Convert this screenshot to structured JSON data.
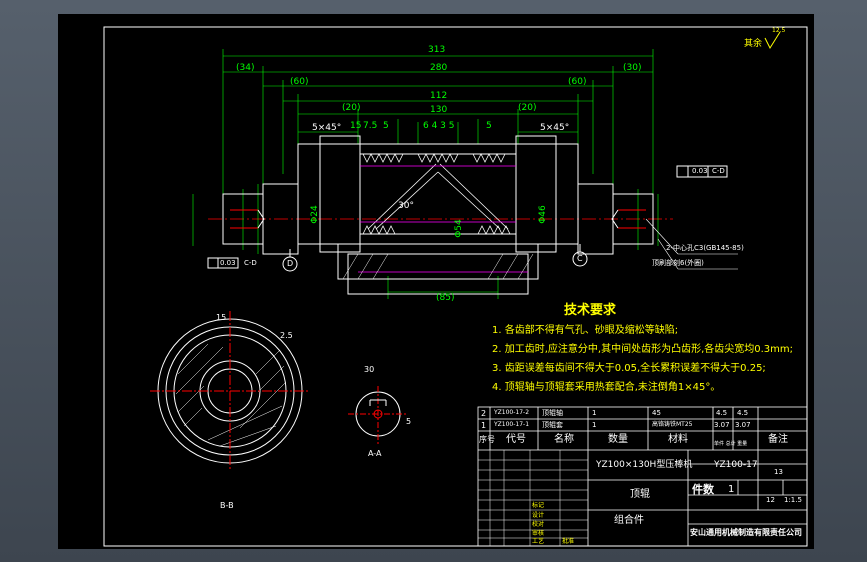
{
  "roughness": {
    "label": "其余",
    "value": "12.5"
  },
  "dimensions": {
    "overall": "313",
    "d34": "(34)",
    "d280": "280",
    "d30": "(30)",
    "d60a": "(60)",
    "d60b": "(60)",
    "d112": "112",
    "d130": "130",
    "d20a": "(20)",
    "d20b": "(20)",
    "chamfer_left": "5×45°",
    "chamfer_right": "5×45°",
    "d15": "15",
    "d7_5": "7.5",
    "d5a": "5",
    "d5b": "5",
    "d6": "6 4 3 5",
    "angle": "30°",
    "dia_left": "Φ24",
    "dia_right": "Φ46",
    "dia_mid": "Φ54",
    "bottom85": "(85)",
    "sec_b_top": "15",
    "sec_b_side": "2.5",
    "sec_a_top": "30",
    "sec_a_side": "5"
  },
  "datum_left": "D",
  "datum_right": "C",
  "tol_left": {
    "value": "0.03",
    "datum": "C-D"
  },
  "tol_right": {
    "value": "0.03",
    "datum": "C-D"
  },
  "center_note": "2-中心孔C3(GB145-85)",
  "center_note2": "顶刷部刻6(外圈)",
  "section_b": "B-B",
  "section_a": "A-A",
  "tech": {
    "title": "技术要求",
    "items": [
      "1. 各齿部不得有气孔、砂眼及缩松等缺陷;",
      "2. 加工齿时,应注意分中,其中间处齿形为凸齿形,各齿尖宽均0.3mm;",
      "3. 齿距误差每齿间不得大于0.05,全长累积误差不得大于0.25;",
      "4. 顶辊轴与顶辊套采用热套配合,未注倒角1×45°。"
    ]
  },
  "bom": {
    "rows": [
      {
        "no": "2",
        "code": "YZ100-17-2",
        "name": "顶辊轴",
        "qty": "1",
        "material": "45",
        "w1": "4.5",
        "w2": "4.5",
        "note": ""
      },
      {
        "no": "1",
        "code": "YZ100-17-1",
        "name": "顶辊套",
        "qty": "1",
        "material": "高铬铸铁MT25",
        "w1": "3.07",
        "w2": "3.07",
        "note": ""
      }
    ],
    "header": {
      "no": "序号",
      "code": "代号",
      "name": "名称",
      "qty": "数量",
      "material": "材料",
      "weight": "单件 总计 重量",
      "note": "备注"
    }
  },
  "title_block": {
    "product": "YZ100×130H型压棒机",
    "drawing_no": "YZ100-17",
    "part": "顶辊",
    "assembly": "组合件",
    "count_label": "件数",
    "count": "1",
    "sheet_no": "13",
    "sheet_total": "12",
    "scale": "1:1.5",
    "company": "安山通用机械制造有限责任公司",
    "sig_rows": [
      "标记",
      "设计",
      "校对",
      "审核",
      "工艺",
      "批准"
    ]
  },
  "colors": {
    "outline": "#ffffff",
    "dimension": "#00ff00",
    "center": "#ff0000",
    "hatch": "#ff00ff",
    "text": "#ffff00"
  }
}
